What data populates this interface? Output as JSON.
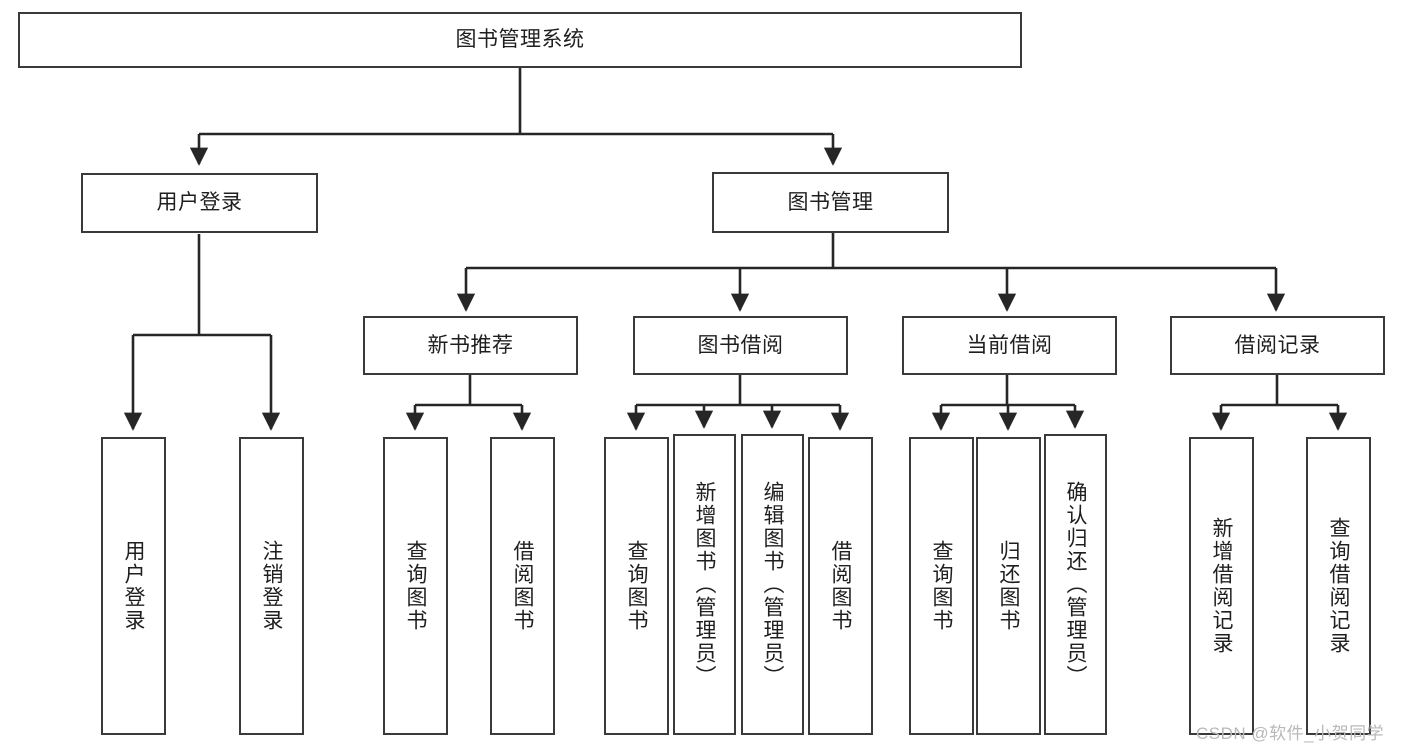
{
  "diagram": {
    "title": "图书管理系统",
    "type": "tree-hierarchy",
    "nodes": {
      "root": {
        "label": "图书管理系统"
      },
      "level1": [
        {
          "id": "user-login",
          "label": "用户登录"
        },
        {
          "id": "book-manage",
          "label": "图书管理"
        }
      ],
      "level2": [
        {
          "id": "new-book-recommend",
          "label": "新书推荐"
        },
        {
          "id": "book-borrow",
          "label": "图书借阅"
        },
        {
          "id": "current-borrow",
          "label": "当前借阅"
        },
        {
          "id": "borrow-record",
          "label": "借阅记录"
        }
      ],
      "leaves": {
        "user_login": [
          {
            "id": "leaf-user-login",
            "label": "用户登录"
          },
          {
            "id": "leaf-logout",
            "label": "注销登录"
          }
        ],
        "new_book_recommend": [
          {
            "id": "leaf-query-book-1",
            "label": "查询图书"
          },
          {
            "id": "leaf-borrow-book-1",
            "label": "借阅图书"
          }
        ],
        "book_borrow": [
          {
            "id": "leaf-query-book-2",
            "label": "查询图书"
          },
          {
            "id": "leaf-add-book",
            "label": "新增图书（管理员）"
          },
          {
            "id": "leaf-edit-book",
            "label": "编辑图书（管理员）"
          },
          {
            "id": "leaf-borrow-book-2",
            "label": "借阅图书"
          }
        ],
        "current_borrow": [
          {
            "id": "leaf-query-book-3",
            "label": "查询图书"
          },
          {
            "id": "leaf-return-book",
            "label": "归还图书"
          },
          {
            "id": "leaf-confirm-return",
            "label": "确认归还（管理员）"
          }
        ],
        "borrow_record": [
          {
            "id": "leaf-add-record",
            "label": "新增借阅记录"
          },
          {
            "id": "leaf-query-record",
            "label": "查询借阅记录"
          }
        ]
      }
    },
    "colors": {
      "border": "#3a3a3a",
      "text": "#1f1f1f",
      "background": "#ffffff",
      "edge": "#262626",
      "watermark": "#b9b9b9"
    }
  },
  "watermark": {
    "text": "CSDN @软件_小贺同学"
  }
}
